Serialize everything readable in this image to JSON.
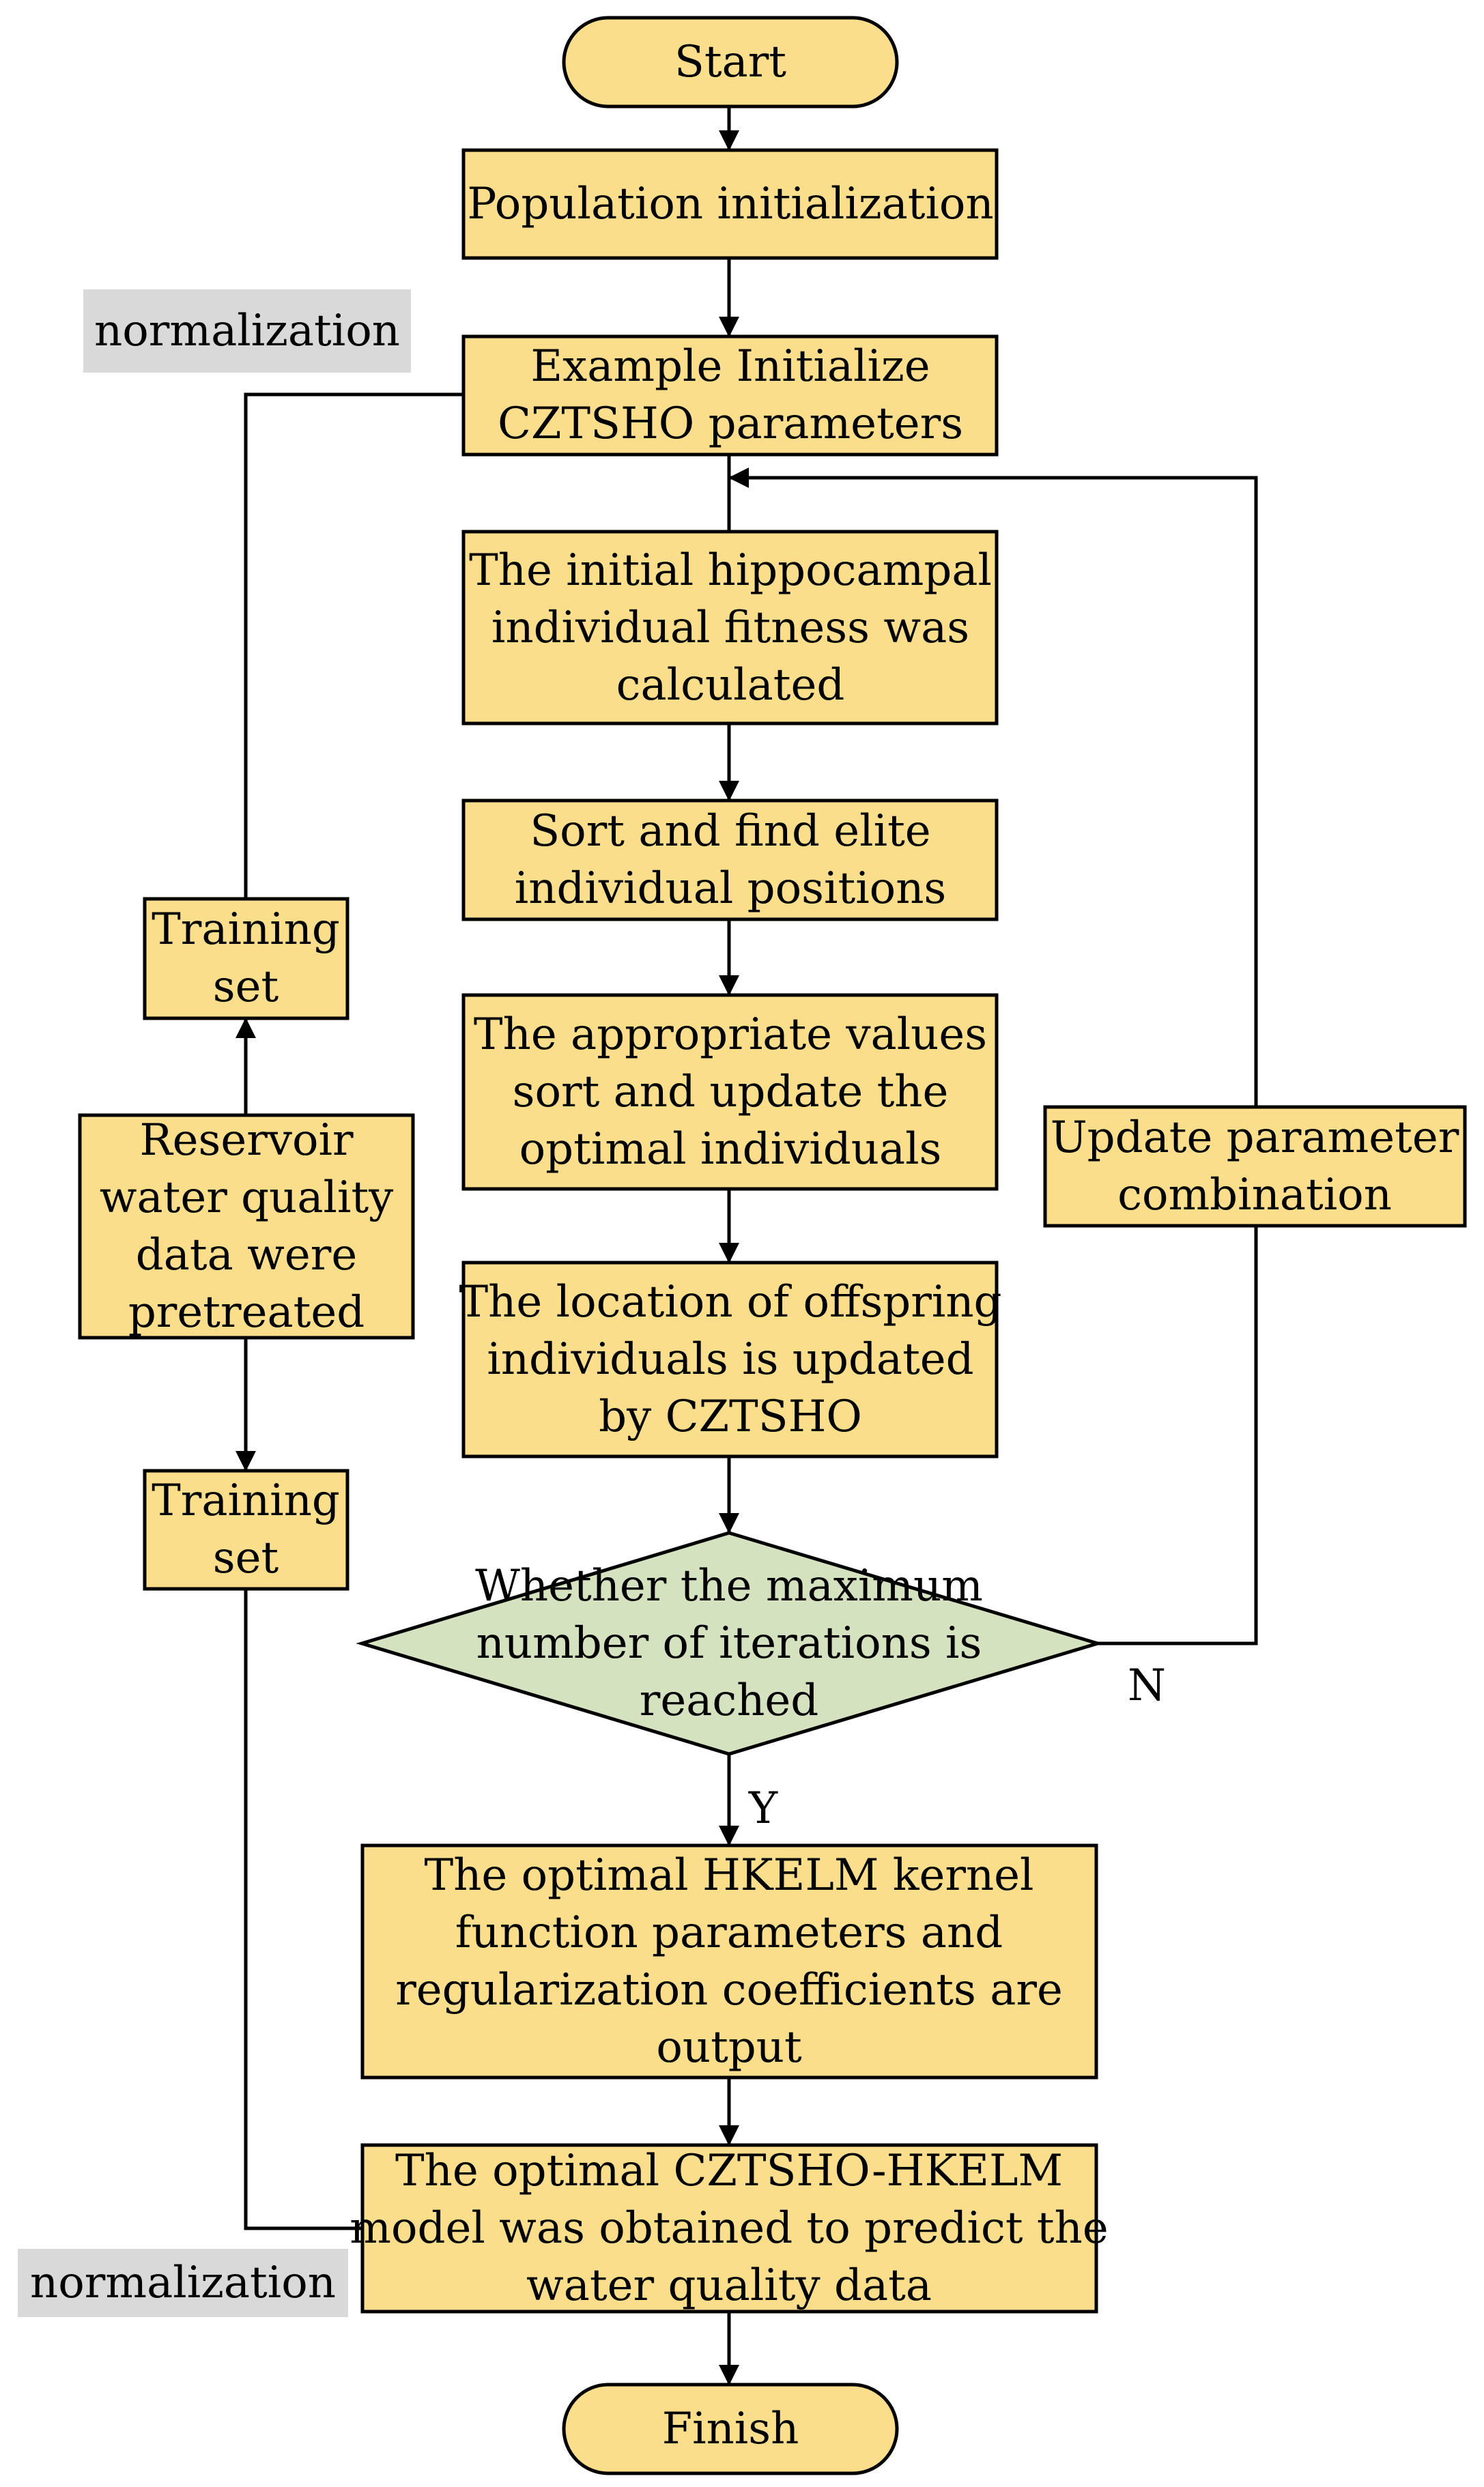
{
  "colors": {
    "box_fill": "#fbde8c",
    "diamond_fill": "#d5e2c0",
    "tag_fill": "#d9d9d9",
    "stroke": "#000000"
  },
  "nodes": {
    "start": [
      "Start"
    ],
    "population_init": [
      "Population initialization"
    ],
    "init_params": [
      "Example Initialize",
      "CZTSHO parameters"
    ],
    "initial_fitness": [
      "The initial hippocampal",
      "individual fitness was",
      "calculated"
    ],
    "sort_elite": [
      "Sort and find elite",
      "individual positions"
    ],
    "update_optimal": [
      "The appropriate values",
      "sort and update the",
      "optimal individuals"
    ],
    "update_offspring": [
      "The location of offspring",
      "individuals is updated",
      "by CZTSHO"
    ],
    "max_iter_check": [
      "Whether the maximum",
      "number of iterations is",
      "reached"
    ],
    "output_params": [
      "The optimal HKELM kernel",
      "function parameters and",
      "regularization coefficients are",
      "output"
    ],
    "final_model": [
      "The optimal CZTSHO-HKELM",
      "model was obtained to predict the",
      "water quality data"
    ],
    "finish": [
      "Finish"
    ],
    "update_combo": [
      "Update parameter",
      "combination"
    ],
    "training_set_top": [
      "Training",
      "set"
    ],
    "reservoir": [
      "Reservoir",
      "water quality",
      "data were",
      "pretreated"
    ],
    "training_set_bottom": [
      "Training",
      "set"
    ]
  },
  "tags": {
    "normalization_top": "normalization",
    "normalization_bottom": "normalization"
  },
  "edge_labels": {
    "no": "N",
    "yes": "Y"
  }
}
